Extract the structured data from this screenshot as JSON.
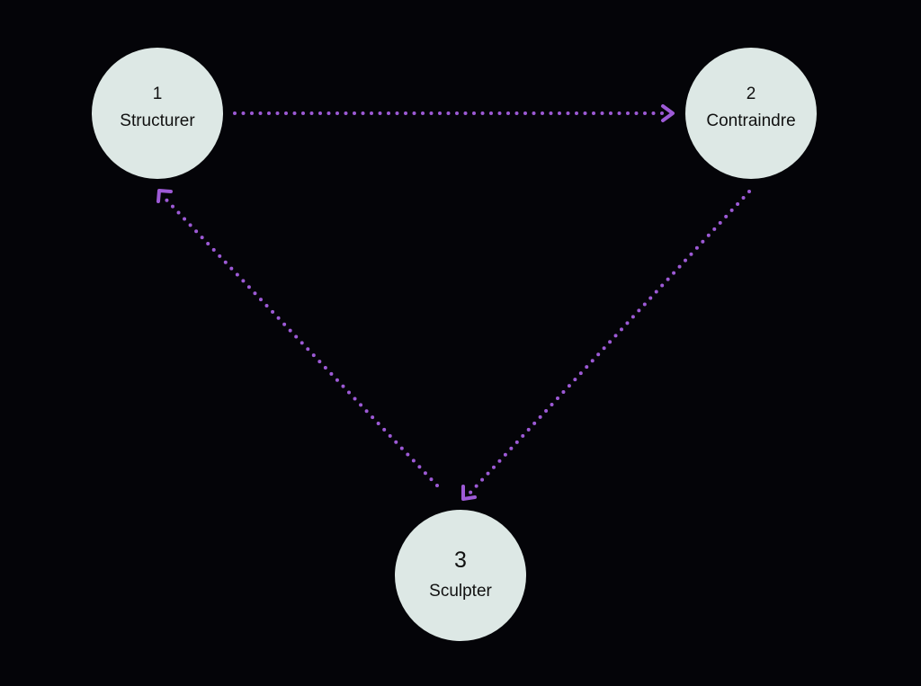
{
  "colors": {
    "background": "#040408",
    "node_fill": "#dde8e5",
    "node_text": "#111111",
    "edge": "#9d5ad6"
  },
  "nodes": [
    {
      "number": "1",
      "label": "Structurer"
    },
    {
      "number": "2",
      "label": "Contraindre"
    },
    {
      "number": "3",
      "label": "Sculpter"
    }
  ],
  "edges": [
    {
      "from": "1",
      "to": "2",
      "style": "dotted-arrow"
    },
    {
      "from": "2",
      "to": "3",
      "style": "dotted-arrow"
    },
    {
      "from": "3",
      "to": "1",
      "style": "dotted-arrow"
    }
  ]
}
